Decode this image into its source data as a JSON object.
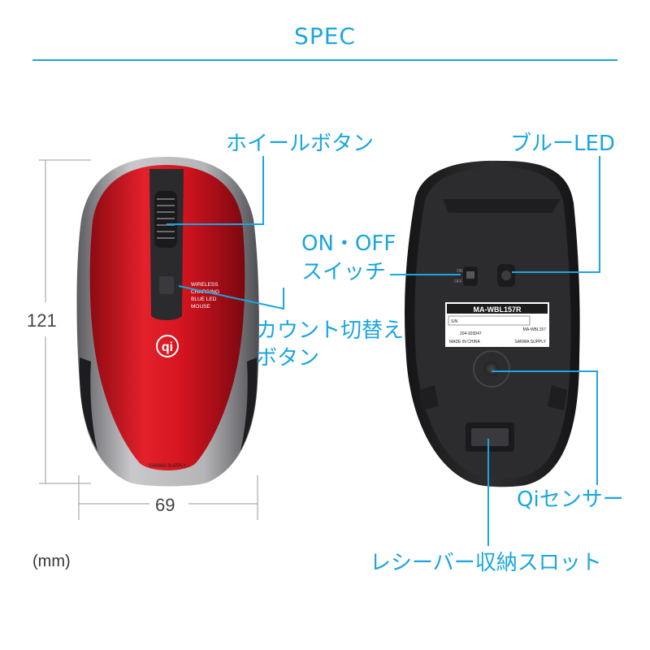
{
  "title": "SPEC",
  "callouts": {
    "wheel_button": "ホイールボタン",
    "blue_led": "ブルーLED",
    "onoff_switch_line1": "ON・OFF",
    "onoff_switch_line2": "スイッチ",
    "count_button_line1": "カウント切替え",
    "count_button_line2": "ボタン",
    "qi_sensor": "Qiセンサー",
    "receiver_slot": "レシーバー収納スロット"
  },
  "dimensions": {
    "height": "121",
    "width": "69",
    "unit": "(mm)"
  },
  "front_mouse": {
    "side_text": [
      "WIRELESS",
      "CHARGING",
      "BLUE LED",
      "MOUSE"
    ],
    "qi_logo": "qi",
    "brand": "SANWA SUPPLY",
    "body_color": "#d4141f"
  },
  "back_mouse": {
    "model": "MA-WBL157R",
    "sn_label": "S/N",
    "model_small": "MA-WBL157",
    "cert": "204-920047",
    "made_in": "MADE IN CHINA",
    "brand": "SANWA SUPPLY",
    "switch_on": "ON",
    "switch_off": "OFF"
  },
  "colors": {
    "accent": "#1aa6df",
    "mouse_red": "#d4141f",
    "mouse_dark": "#2a2a2c"
  }
}
